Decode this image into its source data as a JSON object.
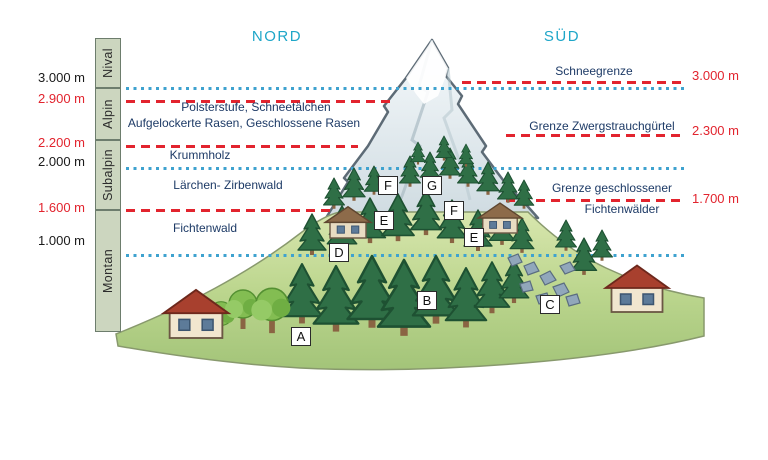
{
  "orientation": {
    "north": "NORD",
    "south": "SÜD"
  },
  "zone_bar": [
    {
      "label": "Nival"
    },
    {
      "label": "Alpin"
    },
    {
      "label": "Subalpin"
    },
    {
      "label": "Montan"
    }
  ],
  "altitudes_left": [
    {
      "value": "3.000 m",
      "type": "reference"
    },
    {
      "value": "2.900 m",
      "type": "boundary"
    },
    {
      "value": "2.200 m",
      "type": "boundary"
    },
    {
      "value": "2.000 m",
      "type": "reference"
    },
    {
      "value": "1.600 m",
      "type": "boundary"
    },
    {
      "value": "1.000 m",
      "type": "reference"
    }
  ],
  "altitudes_right": [
    {
      "value": "3.000 m"
    },
    {
      "value": "2.300 m"
    },
    {
      "value": "1.700 m"
    }
  ],
  "vegetation_labels": [
    "Polsterstufe, Schneetälchen",
    "Aufgelockerte Rasen, Geschlossene Rasen",
    "Krummholz",
    "Lärchen- Zirbenwald",
    "Fichtenwald"
  ],
  "boundary_labels": [
    "Schneegrenze",
    "Grenze Zwergstrauchgürtel",
    "Grenze geschlossener",
    "Fichtenwälder"
  ],
  "markers": [
    "F",
    "G",
    "E",
    "F",
    "E",
    "D",
    "B",
    "C",
    "A"
  ],
  "colors": {
    "boundary_red": "#e2242e",
    "reference_blue": "#3ea2cf",
    "label_navy": "#1d3a66",
    "orientation_teal": "#1ea6c8",
    "zone_bar_fill": "#ccd6bf"
  }
}
